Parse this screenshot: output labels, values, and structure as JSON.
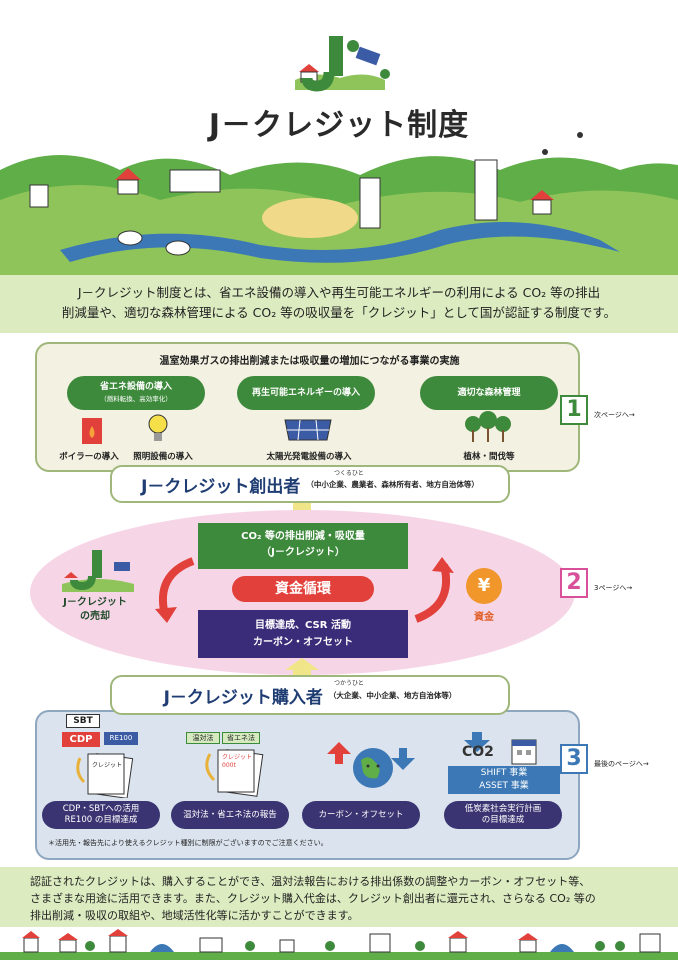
{
  "title": "J－クレジット制度",
  "intro": [
    "J－クレジット制度とは、省エネ設備の導入や再生可能エネルギーの利用による CO₂ 等の排出",
    "削減量や、適切な森林管理による CO₂ 等の吸収量を「クレジット」として国が認証する制度です。"
  ],
  "box1": {
    "title": "温室効果ガスの排出削減または吸収量の増加につながる事業の実施",
    "categories": [
      {
        "label": "省エネ設備の導入",
        "sub": "（燃料転換、高効率化）"
      },
      {
        "label": "再生可能エネルギーの導入",
        "sub": ""
      },
      {
        "label": "適切な森林管理",
        "sub": ""
      }
    ],
    "items": [
      "ボイラーの導入",
      "照明設備の導入",
      "太陽光発電設備の導入",
      "植林・間伐等"
    ]
  },
  "creator": {
    "ruby": "つくるひと",
    "name": "J－クレジット創出者",
    "sub": "（中小企業、農業者、森林所有者、地方自治体等）"
  },
  "steps": [
    {
      "num": "1",
      "link": "次ページへ→",
      "color": "#3e8a3c"
    },
    {
      "num": "2",
      "link": "3ページへ→",
      "color": "#d9509a"
    },
    {
      "num": "3",
      "link": "最後のページへ→",
      "color": "#3b78b5"
    }
  ],
  "cycle": {
    "co2_line1": "CO₂ 等の排出削減・吸収量",
    "co2_line2": "（J－クレジット）",
    "center": "資金循環",
    "goal_line1": "目標達成、CSR 活動",
    "goal_line2": "カーボン・オフセット",
    "sale_line1": "J－クレジット",
    "sale_line2": "の売却",
    "yen": "¥",
    "fund": "資金"
  },
  "buyer": {
    "ruby": "つかうひと",
    "name": "J－クレジット購入者",
    "sub": "（大企業、中小企業、地方自治体等）"
  },
  "box3": {
    "tags": {
      "sbt": "SBT",
      "cdp": "CDP",
      "re100": "RE100",
      "ontaiho": "温対法",
      "shoene": "省エネ法"
    },
    "doc_label": "クレジット",
    "doc_label2": "クレジット 000t",
    "co2_reduce": "CO2",
    "shift_line1": "SHIFT 事業",
    "shift_line2": "ASSET 事業",
    "uses": [
      {
        "line1": "CDP・SBTへの活用",
        "line2": "RE100 の目標達成"
      },
      {
        "line1": "温対法・省エネ法の報告",
        "line2": ""
      },
      {
        "line1": "カーボン・オフセット",
        "line2": ""
      },
      {
        "line1": "低炭素社会実行計画",
        "line2": "の目標達成"
      }
    ],
    "note": "＊活用先・報告先により使えるクレジット種別に制限がございますのでご注意ください。"
  },
  "summary": [
    "認証されたクレジットは、購入することができ、温対法報告における排出係数の調整やカーボン・オフセット等、",
    "さまざまな用途に活用できます。また、クレジット購入代金は、クレジット創出者に還元され、さらなる CO₂ 等の",
    "排出削減・吸収の取組や、地域活性化等に活かすことができます。"
  ],
  "colors": {
    "green": "#3e8a3c",
    "navy": "#3b2c7a",
    "red": "#e2403a",
    "pink": "#f6d6e6",
    "lightgreen": "#dcebc0"
  }
}
